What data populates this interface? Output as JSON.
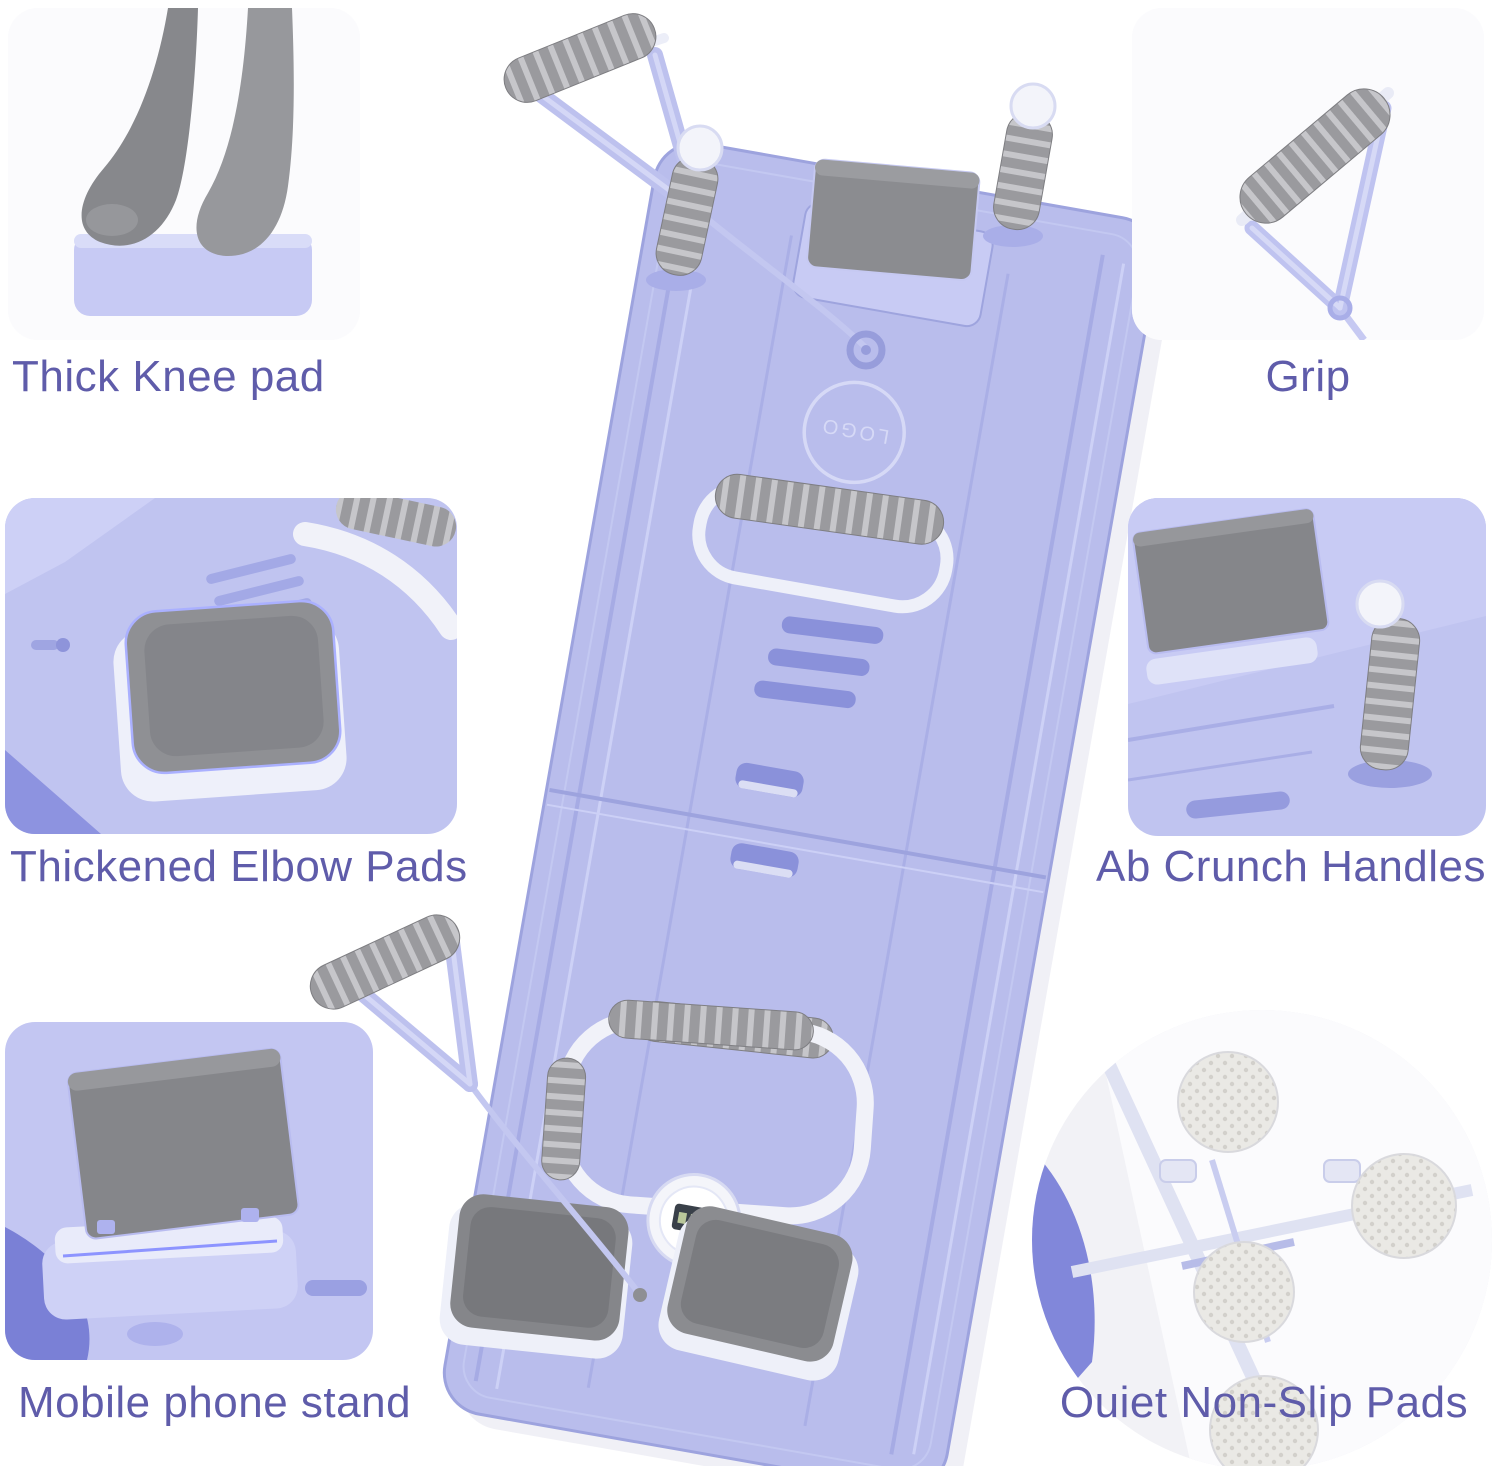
{
  "colors": {
    "label_text": "#5f5caa",
    "board": "#b9bdec",
    "board_edge": "#9da3de",
    "board_groove": "#a6abe4",
    "slot": "#8a91da",
    "foam_gray": "#9a9a9e",
    "foam_stripe": "#c6c6ca",
    "pad_gray": "#85868a",
    "white_tube": "#f1f2f9",
    "strap_lavender": "#bdc1ee",
    "background": "#ffffff"
  },
  "callouts": {
    "knee_pad": {
      "label": "Thick Knee pad"
    },
    "grip": {
      "label": "Grip"
    },
    "elbow_pads": {
      "label": "Thickened Elbow Pads"
    },
    "ab_crunch_handles": {
      "label": "Ab Crunch Handles"
    },
    "phone_stand": {
      "label": "Mobile phone stand"
    },
    "non_slip_pads": {
      "label": "Ouiet Non-Slip Pads"
    }
  },
  "board": {
    "logo_text": "LOGO"
  }
}
